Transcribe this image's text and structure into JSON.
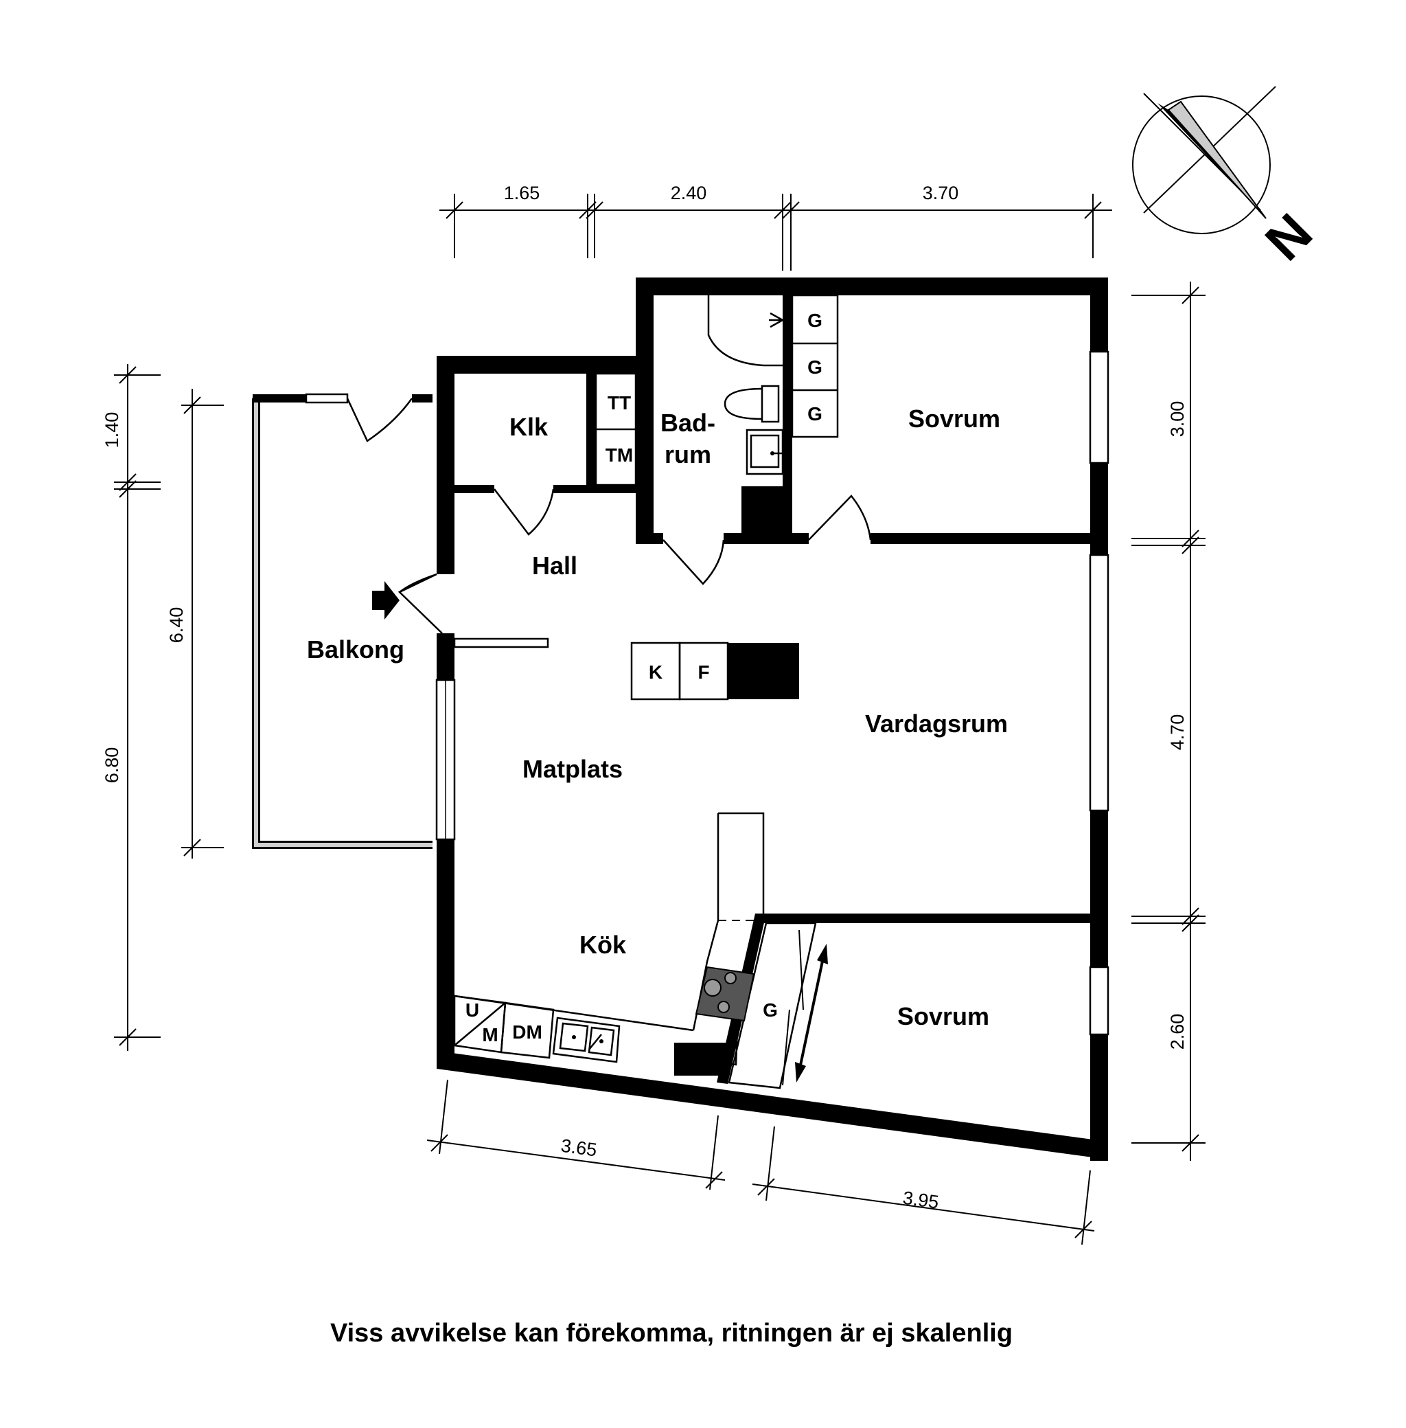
{
  "rooms": {
    "klk": "Klk",
    "badrum_line1": "Bad-",
    "badrum_line2": "rum",
    "sovrum_upper": "Sovrum",
    "hall": "Hall",
    "balkong": "Balkong",
    "vardagsrum": "Vardagsrum",
    "matplats": "Matplats",
    "kok": "Kök",
    "sovrum_lower": "Sovrum"
  },
  "fixtures": {
    "tt": "TT",
    "tm": "TM",
    "wardrobe_upper": [
      "G",
      "G",
      "G"
    ],
    "wardrobe_lower": "G",
    "fridge": "K",
    "freezer": "F",
    "u": "U",
    "m": "M",
    "dm": "DM"
  },
  "dimensions": {
    "top": [
      "1.65",
      "2.40",
      "3.70"
    ],
    "left_outer": [
      "1.40",
      "6.80"
    ],
    "left_inner": "6.40",
    "right": [
      "3.00",
      "4.70",
      "2.60"
    ],
    "bottom": [
      "3.65",
      "3.95"
    ]
  },
  "compass": {
    "label": "N"
  },
  "caption": "Viss avvikelse kan förekomma, ritningen är ej skalenlig"
}
